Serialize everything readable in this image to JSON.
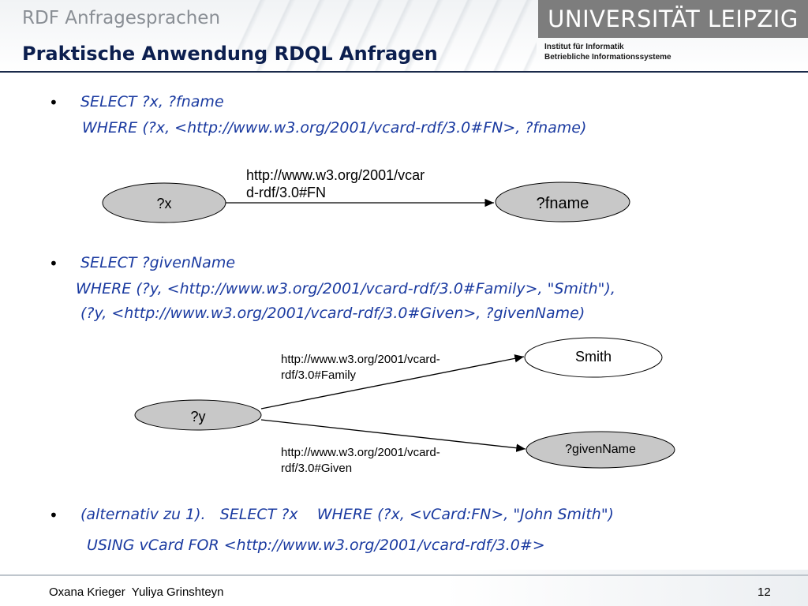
{
  "header": {
    "topic": "RDF Anfragesprachen",
    "title": "Praktische Anwendung RDQL Anfragen",
    "logo": "UNIVERSITÄT LEIPZIG",
    "institute_line1": "Institut für Informatik",
    "institute_line2": "Betriebliche Informationssysteme"
  },
  "bullets": [
    {
      "symbol": "•",
      "lines": [
        "SELECT ?x, ?fname",
        "WHERE (?x, <http://www.w3.org/2001/vcard-rdf/3.0#FN>, ?fname)"
      ]
    },
    {
      "symbol": "•",
      "lines": [
        "SELECT ?givenName",
        "WHERE (?y, <http://www.w3.org/2001/vcard-rdf/3.0#Family>, \"Smith\"),",
        "(?y, <http://www.w3.org/2001/vcard-rdf/3.0#Given>, ?givenName)"
      ]
    },
    {
      "symbol": "•",
      "lines": [
        "(alternativ zu 1).   SELECT ?x    WHERE (?x, <vCard:FN>, \"John Smith\")",
        "USING vCard FOR <http://www.w3.org/2001/vcard-rdf/3.0#>"
      ]
    }
  ],
  "diagram1": {
    "node_x": "?x",
    "node_fname": "?fname",
    "edge_line1": "http://www.w3.org/2001/vcar",
    "edge_line2": "d-rdf/3.0#FN"
  },
  "diagram2": {
    "node_y": "?y",
    "node_smith": "Smith",
    "node_given": "?givenName",
    "edge_family_line1": "http://www.w3.org/2001/vcard-",
    "edge_family_line2": "rdf/3.0#Family",
    "edge_given_line1": "http://www.w3.org/2001/vcard-",
    "edge_given_line2": "rdf/3.0#Given"
  },
  "footer": {
    "authors": "Oxana Krieger  Yuliya Grinshteyn",
    "page": "12"
  },
  "colors": {
    "title": "#0c1f4f",
    "query_text": "#1a3aa0",
    "logo_bg": "#7d7d7d",
    "node_gray": "#c8c8c8"
  }
}
